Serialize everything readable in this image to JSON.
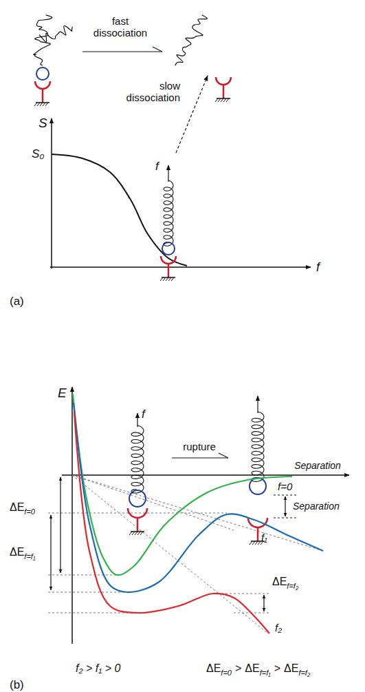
{
  "diagram": {
    "labels": [
      "fast dissociation",
      "slow dissociation",
      "S",
      "S₀",
      "f",
      "f",
      "(a)",
      "E",
      "f",
      "rupture",
      "Separation",
      "Separation",
      "ΔE",
      "f=0",
      "ΔE",
      "f=f₁",
      "ΔE",
      "f=f₂",
      "f=0",
      "f₁",
      "f₂",
      "f₂ > f₁ > 0",
      "ΔE",
      "f=0",
      ">",
      "ΔE",
      "f=f₁",
      ">",
      "ΔE",
      "f=f₂",
      "(b)"
    ]
  }
}
